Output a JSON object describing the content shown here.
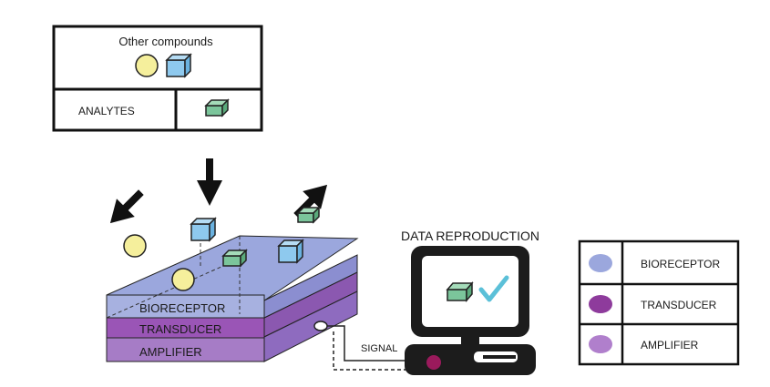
{
  "top_box": {
    "other_compounds_label": "Other compounds",
    "analytes_label": "ANALYTES"
  },
  "sensor": {
    "layers": [
      {
        "label": "BIORECEPTOR",
        "color": "#9ba7dd"
      },
      {
        "label": "TRANSDUCER",
        "color": "#a05bb8"
      },
      {
        "label": "AMPLIFIER",
        "color": "#b591d0"
      }
    ],
    "signal_label": "SIGNAL"
  },
  "computer": {
    "title": "DATA REPRODUCTION"
  },
  "legend": {
    "items": [
      {
        "label": "BIORECEPTOR",
        "color": "#9ba7dd"
      },
      {
        "label": "TRANSDUCER",
        "color": "#8e3b9c"
      },
      {
        "label": "AMPLIFIER",
        "color": "#b07fcc"
      }
    ]
  },
  "colors": {
    "sphere": "#f5ef9c",
    "cube_blue": "#8ec9ee",
    "cube_green": "#7bc59b",
    "check": "#5bc0d8",
    "power_button": "#9a1a5c"
  }
}
